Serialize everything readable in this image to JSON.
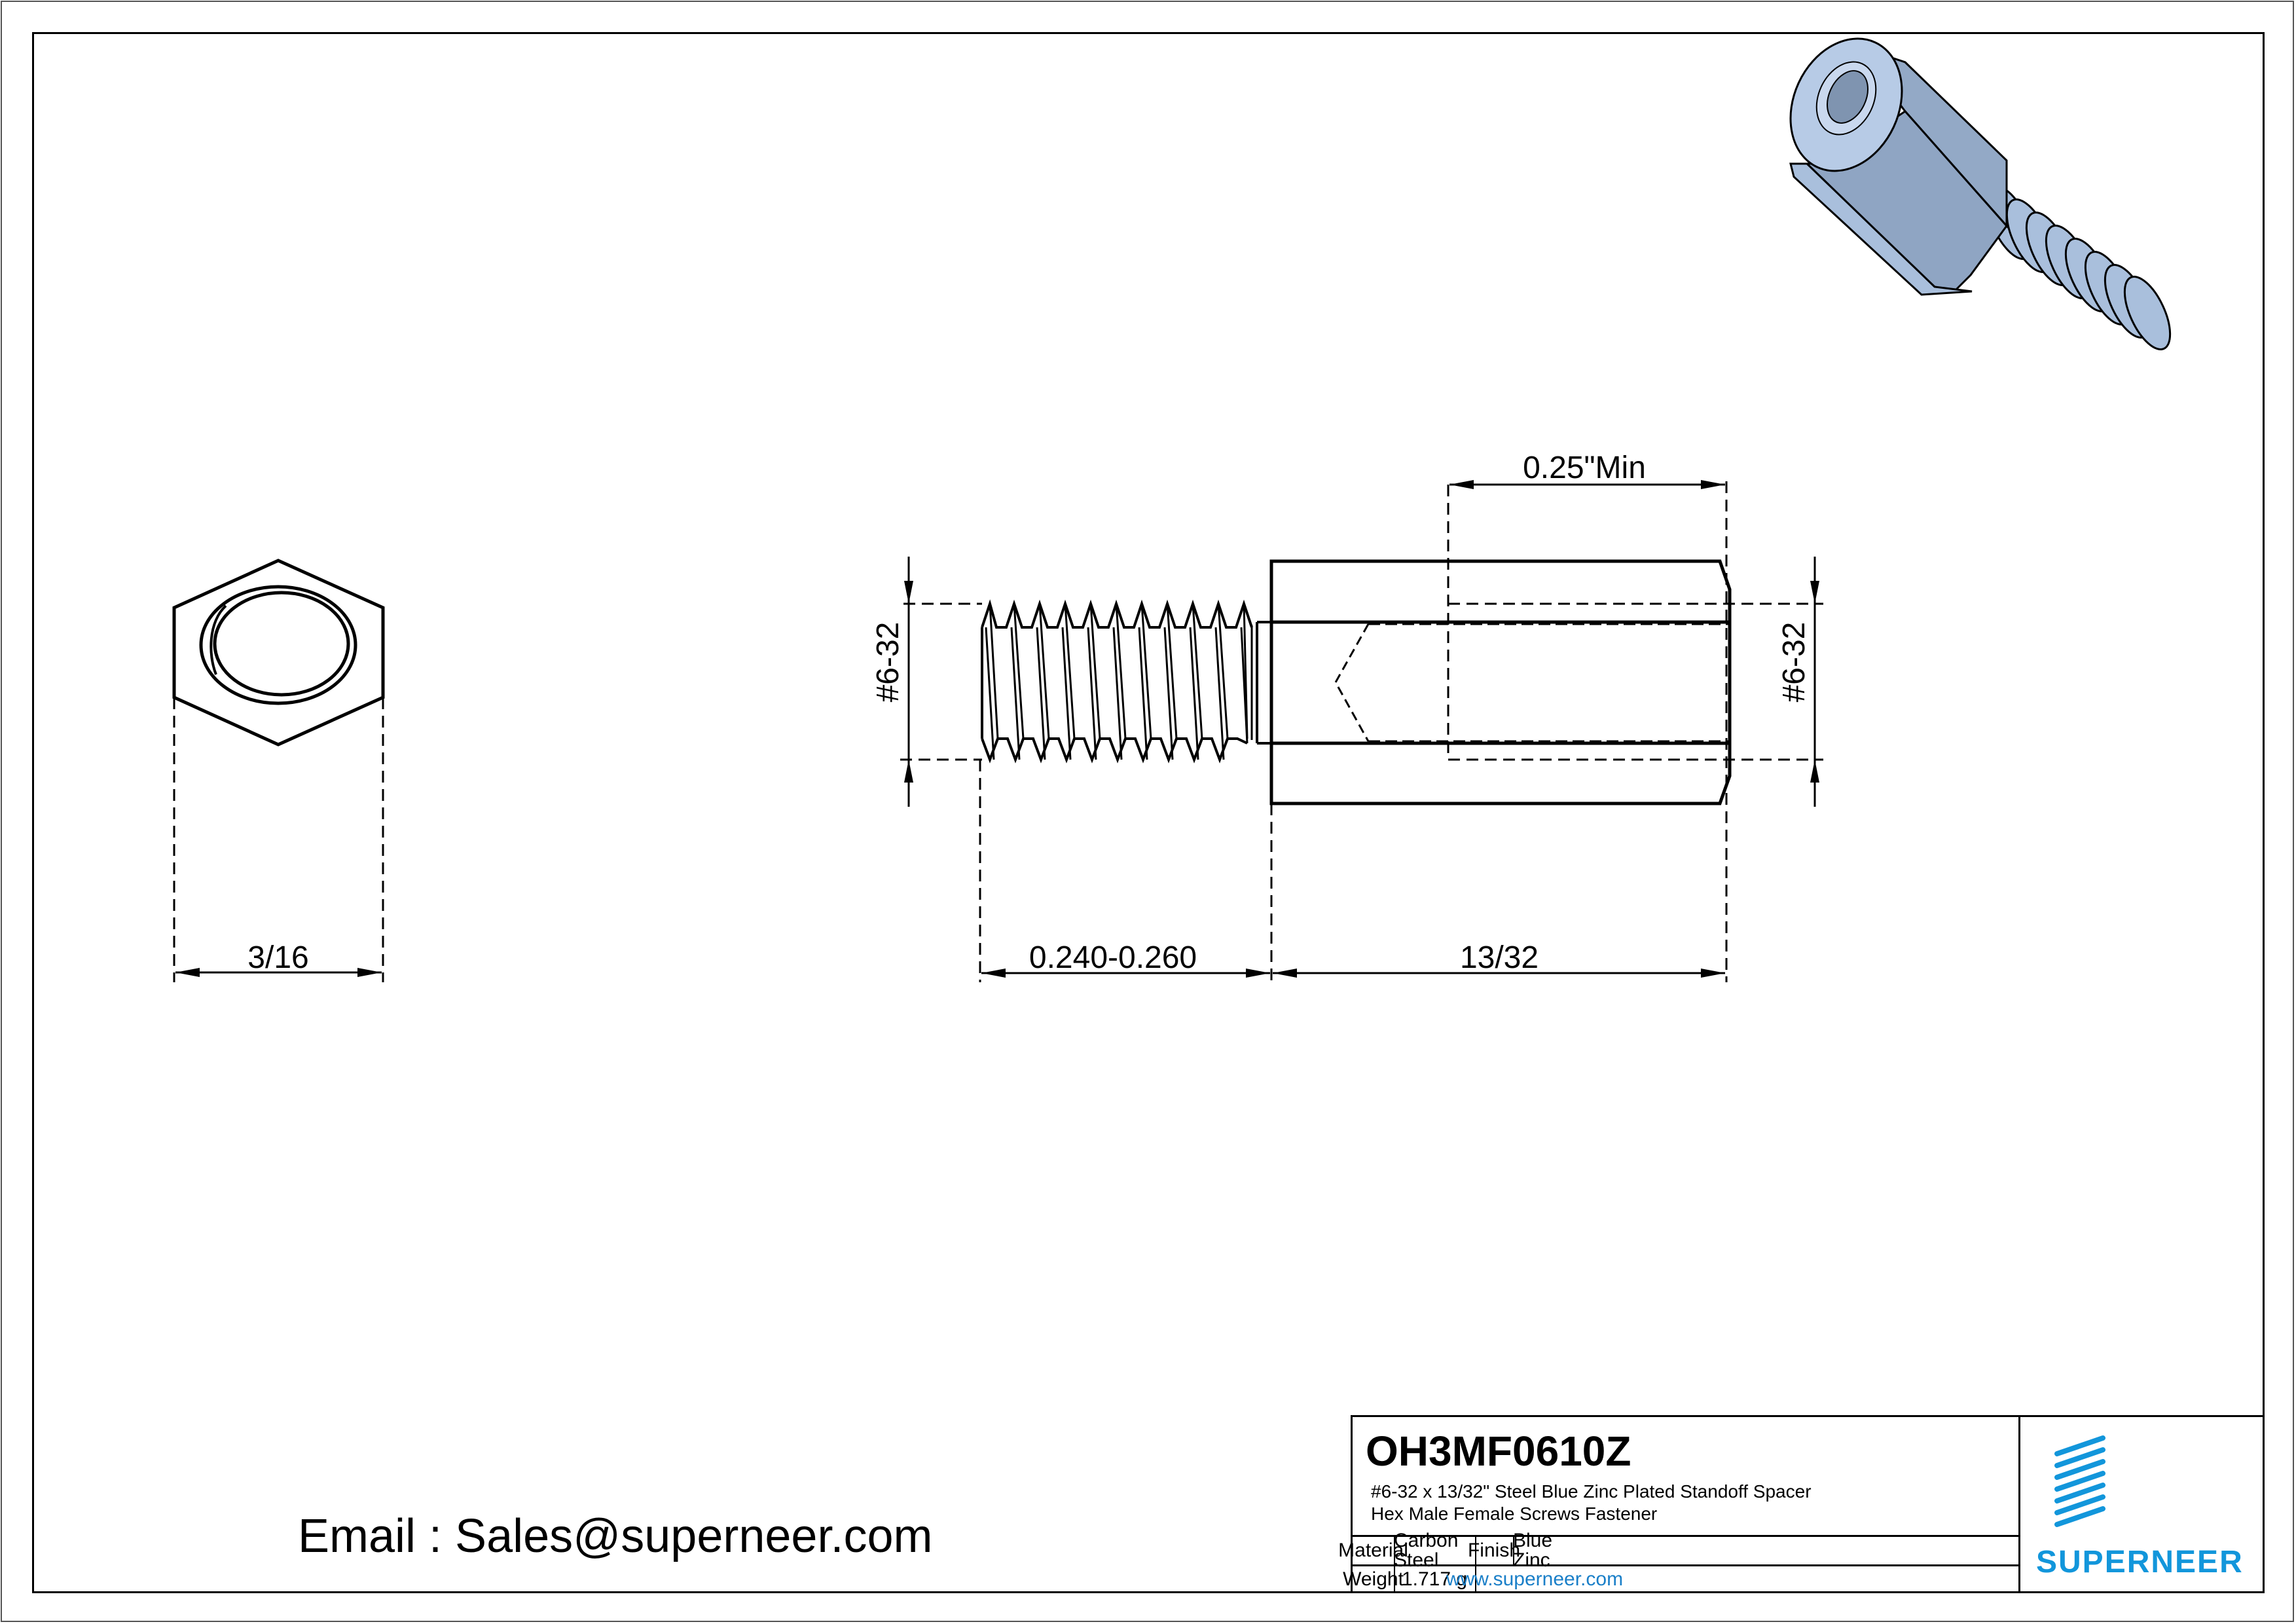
{
  "drawing": {
    "part_number": "OH3MF0610Z",
    "description_line1": "#6-32 x 13/32\" Steel Blue Zinc Plated Standoff Spacer",
    "description_line2": "Hex Male Female Screws Fastener",
    "email": "Email : Sales@superneer.com"
  },
  "dimensions": {
    "hex_width": "3/16",
    "male_thread_size": "#6-32",
    "female_thread_size": "#6-32",
    "male_thread_length": "0.240-0.260",
    "body_length": "13/32",
    "female_thread_depth": "0.25\"Min"
  },
  "title_block": {
    "material_label": "Material",
    "material_value": "Carbon Steel",
    "finish_label": "Finish",
    "finish_value": "Blue Zinc",
    "weight_label": "Weight",
    "weight_value": "1.717 g",
    "website": "www.superneer.com",
    "brand": "SUPERNEER"
  },
  "colors": {
    "brand_blue": "#1296db",
    "link_blue": "#1a7fc8",
    "zinc_light": "#b7cbe6",
    "zinc_mid": "#93a9c6",
    "zinc_dark": "#7d93b0"
  },
  "icons": {
    "logo": "superneer-stripes-logo",
    "render": "isometric-standoff-render"
  }
}
